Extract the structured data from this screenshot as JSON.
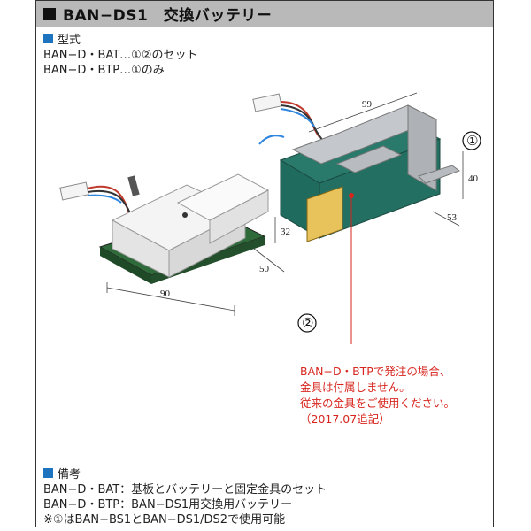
{
  "title": "BAN−DS1　交換バッテリー",
  "model": {
    "heading": "型式",
    "lines": [
      "BAN−D・BAT…①②のセット",
      "BAN−D・BTP…①のみ"
    ]
  },
  "figure": {
    "label_1": "①",
    "label_2": "②",
    "dims_1": {
      "length": "99",
      "height": "40",
      "depth": "53"
    },
    "dims_2": {
      "length": "90",
      "height": "32",
      "depth": "50"
    },
    "red_note": [
      "BAN−D・BTPで発注の場合、",
      "金具は付属しません。",
      "従来の金具をご使用ください。",
      "（2017.07追記）"
    ]
  },
  "remarks": {
    "heading": "備考",
    "lines": [
      "BAN−D・BAT：基板とバッテリーと固定金具のセット",
      "BAN−D・BTP：BAN−DS1用交換用バッテリー",
      "※①はBAN−BS1とBAN−DS1/DS2で使用可能"
    ]
  },
  "colors": {
    "battery_green": "#1f6b5e",
    "bracket_gray": "#b8bcc0",
    "note_red": "#d7261f",
    "bullet_blue": "#1e73be"
  }
}
